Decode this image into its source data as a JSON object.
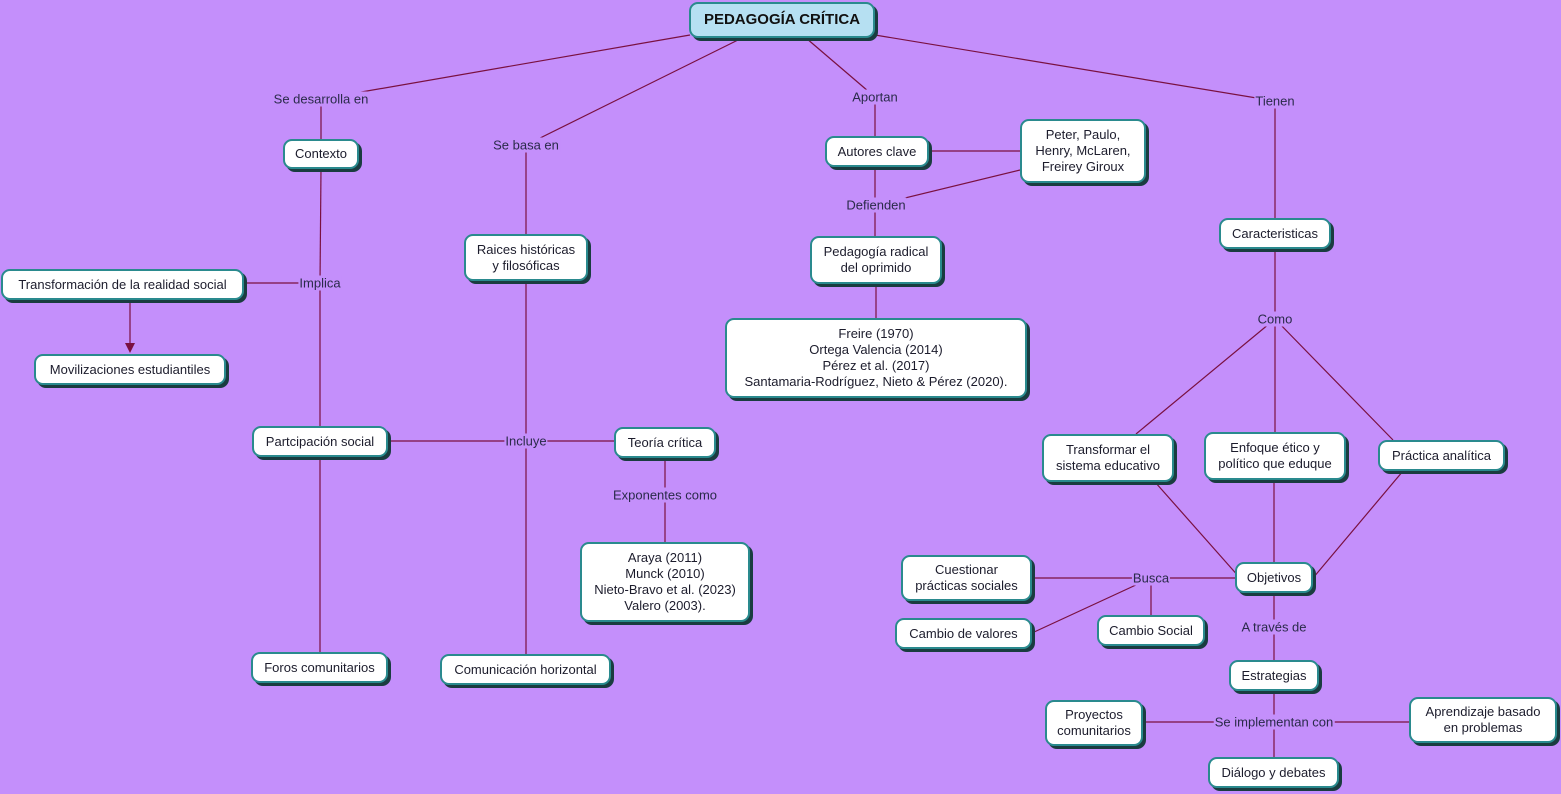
{
  "colors": {
    "background": "#c48ffb",
    "line": "#7a1040",
    "node_border": "#2a8a8e",
    "root_fill": "#b6e0f2"
  },
  "nodes": {
    "root": "PEDAGOGÍA CRÍTICA",
    "contexto": "Contexto",
    "transformacion": "Transformación de la realidad social",
    "movilizaciones": "Movilizaciones estudiantiles",
    "participacion": "Partcipación social",
    "foros": "Foros comunitarios",
    "raices": "Raices históricas\ny filosóficas",
    "comunicacion": "Comunicación horizontal",
    "teoria": "Teoría crítica",
    "exponentes_lista": "Araya (2011)\nMunck (2010)\nNieto-Bravo et al. (2023)\nValero (2003).",
    "autores": "Autores clave",
    "nombres": "Peter, Paulo,\nHenry, McLaren,\nFreirey Giroux",
    "radical": "Pedagogía radical\ndel oprimido",
    "referencias": "Freire (1970)\nOrtega Valencia (2014)\nPérez et al. (2017)\nSantamaria-Rodríguez, Nieto & Pérez (2020).",
    "caracteristicas": "Caracteristicas",
    "transformar": "Transformar el\nsistema educativo",
    "enfoque": "Enfoque ético y\npolítico que eduque",
    "practica": "Práctica analítica",
    "objetivos": "Objetivos",
    "cuestionar": "Cuestionar\nprácticas sociales",
    "cambio_valores": "Cambio de valores",
    "cambio_social": "Cambio Social",
    "estrategias": "Estrategias",
    "proyectos": "Proyectos\ncomunitarios",
    "aprendizaje": "Aprendizaje basado\nen problemas",
    "dialogo": "Diálogo y debates"
  },
  "links": {
    "se_desarrolla": "Se desarrolla en",
    "se_basa": "Se basa en",
    "aportan": "Aportan",
    "tienen": "Tienen",
    "implica": "Implica",
    "defienden": "Defienden",
    "incluye": "Incluye",
    "exponentes": "Exponentes como",
    "como": "Como",
    "busca": "Busca",
    "a_traves": "A través de",
    "se_implementan": "Se implementan con"
  }
}
